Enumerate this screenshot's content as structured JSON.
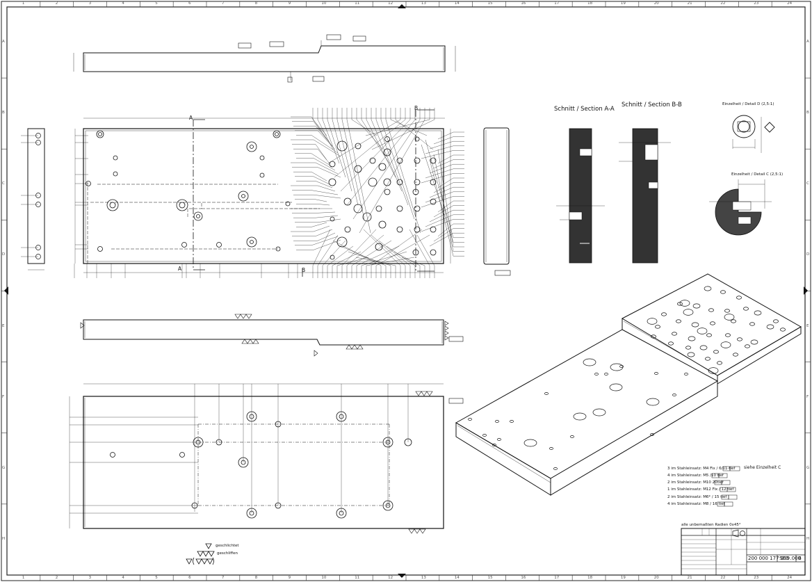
{
  "drawing": {
    "section_aa_title": "Schnitt / Section A-A",
    "section_bb_title": "Schnitt / Section B-B",
    "detail_d_title": "Einzelheit / Detail D (2,5:1)",
    "detail_c_title": "Einzelheit / Detail C (2,5:1)",
    "detail_c_ref": "siehe Einzelheit C",
    "section_markers": [
      "A",
      "A",
      "B",
      "B"
    ],
    "inserts_note": [
      "3 im Stahleinsatz: M4 Fix / 6/11-tief",
      "4 im Stahleinsatz: M5 /10 tief",
      "2 im Stahleinsatz: M10 20tief",
      "1 im Stahleinsatz: M12 Fix / 12 tief",
      "2 im Stahleinsatz: M6* / 15 tief",
      "4 im Stahleinsatz: M8 / 16 tief"
    ],
    "surface_legend": [
      "geschlichtet",
      "geschliffen"
    ],
    "general_tolerance_note": "alle unbemaßten Radien 0x45°"
  },
  "title_block": {
    "drawing_number": "200 000 177 999",
    "sheet_code": "SE0 .000",
    "revision": "B"
  },
  "border": {
    "column_numbers": [
      "1",
      "2",
      "3",
      "4",
      "5",
      "6",
      "7",
      "8",
      "9",
      "10",
      "11",
      "12",
      "13",
      "14",
      "15",
      "16",
      "17",
      "18",
      "19",
      "20",
      "21",
      "22",
      "23",
      "24"
    ],
    "row_letters": [
      "A",
      "B",
      "C",
      "D",
      "E",
      "F",
      "G",
      "H"
    ]
  }
}
